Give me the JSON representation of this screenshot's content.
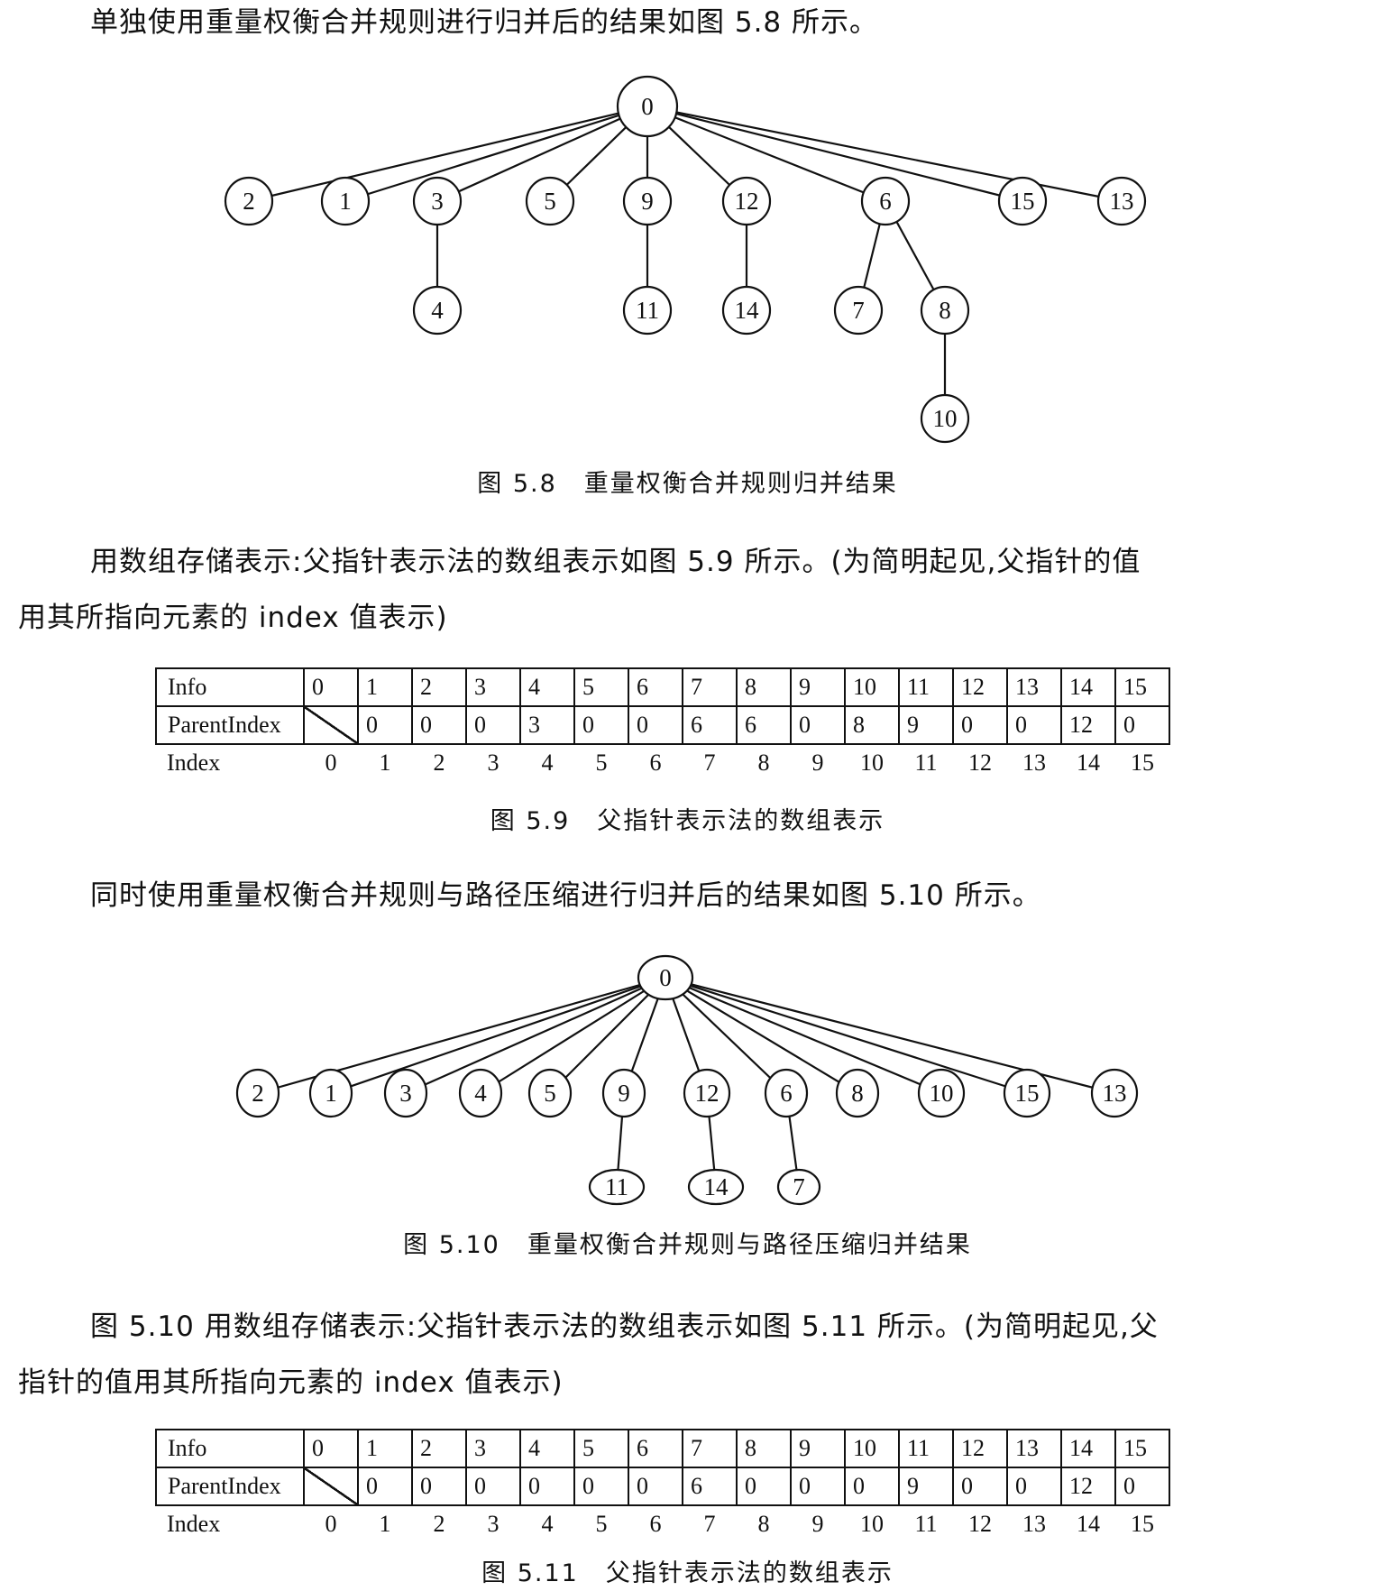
{
  "para1": "单独使用重量权衡合并规则进行归并后的结果如图 5.8 所示。",
  "fig58": {
    "caption_num": "图 5.8",
    "caption_text": "重量权衡合并规则归并结果",
    "nodes": [
      {
        "id": "n0",
        "label": "0"
      },
      {
        "id": "n2",
        "label": "2"
      },
      {
        "id": "n1",
        "label": "1"
      },
      {
        "id": "n3",
        "label": "3"
      },
      {
        "id": "n5",
        "label": "5"
      },
      {
        "id": "n9",
        "label": "9"
      },
      {
        "id": "n12",
        "label": "12"
      },
      {
        "id": "n6",
        "label": "6"
      },
      {
        "id": "n15",
        "label": "15"
      },
      {
        "id": "n13",
        "label": "13"
      },
      {
        "id": "n4",
        "label": "4"
      },
      {
        "id": "n11",
        "label": "11"
      },
      {
        "id": "n14",
        "label": "14"
      },
      {
        "id": "n7",
        "label": "7"
      },
      {
        "id": "n8",
        "label": "8"
      },
      {
        "id": "n10",
        "label": "10"
      }
    ]
  },
  "para2_line1": "用数组存储表示:父指针表示法的数组表示如图 5.9 所示。(为简明起见,父指针的值",
  "para2_line2": "用其所指向元素的 index 值表示)",
  "fig59": {
    "caption_num": "图 5.9",
    "caption_text": "父指针表示法的数组表示",
    "row_labels": {
      "info": "Info",
      "parent": "ParentIndex",
      "index": "Index"
    },
    "info": [
      "0",
      "1",
      "2",
      "3",
      "4",
      "5",
      "6",
      "7",
      "8",
      "9",
      "10",
      "11",
      "12",
      "13",
      "14",
      "15"
    ],
    "parent": [
      "",
      "0",
      "0",
      "0",
      "3",
      "0",
      "0",
      "6",
      "6",
      "0",
      "8",
      "9",
      "0",
      "0",
      "12",
      "0"
    ],
    "index": [
      "0",
      "1",
      "2",
      "3",
      "4",
      "5",
      "6",
      "7",
      "8",
      "9",
      "10",
      "11",
      "12",
      "13",
      "14",
      "15"
    ]
  },
  "para3": "同时使用重量权衡合并规则与路径压缩进行归并后的结果如图 5.10 所示。",
  "fig510": {
    "caption_num": "图 5.10",
    "caption_text": "重量权衡合并规则与路径压缩归并结果",
    "nodes": [
      {
        "id": "m0",
        "label": "0"
      },
      {
        "id": "m2",
        "label": "2"
      },
      {
        "id": "m1",
        "label": "1"
      },
      {
        "id": "m3",
        "label": "3"
      },
      {
        "id": "m4",
        "label": "4"
      },
      {
        "id": "m5",
        "label": "5"
      },
      {
        "id": "m9",
        "label": "9"
      },
      {
        "id": "m12",
        "label": "12"
      },
      {
        "id": "m6",
        "label": "6"
      },
      {
        "id": "m8",
        "label": "8"
      },
      {
        "id": "m10",
        "label": "10"
      },
      {
        "id": "m15",
        "label": "15"
      },
      {
        "id": "m13",
        "label": "13"
      },
      {
        "id": "m11",
        "label": "11"
      },
      {
        "id": "m14",
        "label": "14"
      },
      {
        "id": "m7",
        "label": "7"
      }
    ]
  },
  "para4_line1": "图 5.10 用数组存储表示:父指针表示法的数组表示如图 5.11 所示。(为简明起见,父",
  "para4_line2": "指针的值用其所指向元素的 index 值表示)",
  "fig511": {
    "caption_num": "图 5.11",
    "caption_text": "父指针表示法的数组表示",
    "row_labels": {
      "info": "Info",
      "parent": "ParentIndex",
      "index": "Index"
    },
    "info": [
      "0",
      "1",
      "2",
      "3",
      "4",
      "5",
      "6",
      "7",
      "8",
      "9",
      "10",
      "11",
      "12",
      "13",
      "14",
      "15"
    ],
    "parent": [
      "",
      "0",
      "0",
      "0",
      "0",
      "0",
      "0",
      "6",
      "0",
      "0",
      "0",
      "9",
      "0",
      "0",
      "12",
      "0"
    ],
    "index": [
      "0",
      "1",
      "2",
      "3",
      "4",
      "5",
      "6",
      "7",
      "8",
      "9",
      "10",
      "11",
      "12",
      "13",
      "14",
      "15"
    ]
  }
}
